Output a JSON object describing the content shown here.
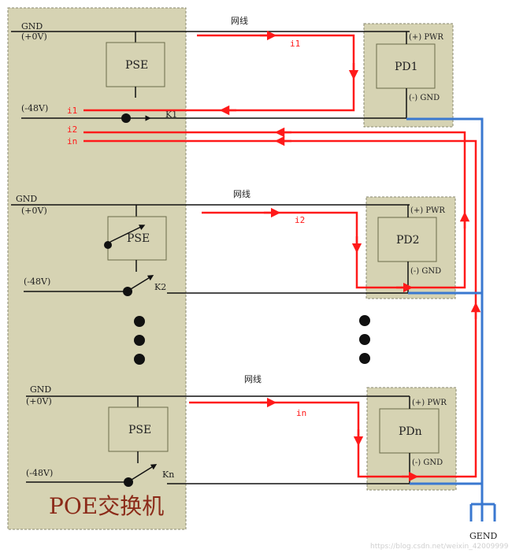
{
  "switch_title": "POE交换机",
  "cable_label": "网线",
  "gnd_label": "GND",
  "zero_v_label": "(+0V)",
  "neg48_label": "(-48V)",
  "pse_label": "PSE",
  "pwr_label": "(+) PWR",
  "pd_gnd_label": "(-) GND",
  "earth_label": "GEND",
  "channels": [
    {
      "pd": "PD1",
      "switch_label": "K1",
      "current": "i1"
    },
    {
      "pd": "PD2",
      "switch_label": "K2",
      "current": "i2"
    },
    {
      "pd": "PDn",
      "switch_label": "Kn",
      "current": "in"
    }
  ],
  "watermark": "https://blog.csdn.net/weixin_42009999",
  "colors": {
    "panel": "#d6d3b3",
    "current": "#ff1a1a",
    "ground": "#3a78d0",
    "wire": "#111111"
  }
}
